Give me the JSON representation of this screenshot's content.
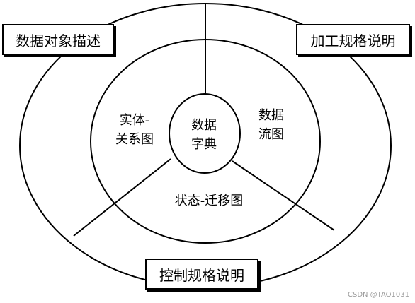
{
  "labels": {
    "data_object_description": "数据对象描述",
    "process_specification": "加工规格说明",
    "control_specification": "控制规格说明"
  },
  "regions": {
    "er_diagram": [
      "实体-",
      "关系图"
    ],
    "data_dictionary": [
      "数据",
      "字典"
    ],
    "data_flow_diagram": [
      "数据",
      "流图"
    ],
    "state_transition_diagram": "状态-迁移图"
  },
  "watermark": "CSDN @TAO1031",
  "colors": {
    "stroke": "#000000",
    "background": "#ffffff",
    "watermark": "#9a9a9a"
  }
}
